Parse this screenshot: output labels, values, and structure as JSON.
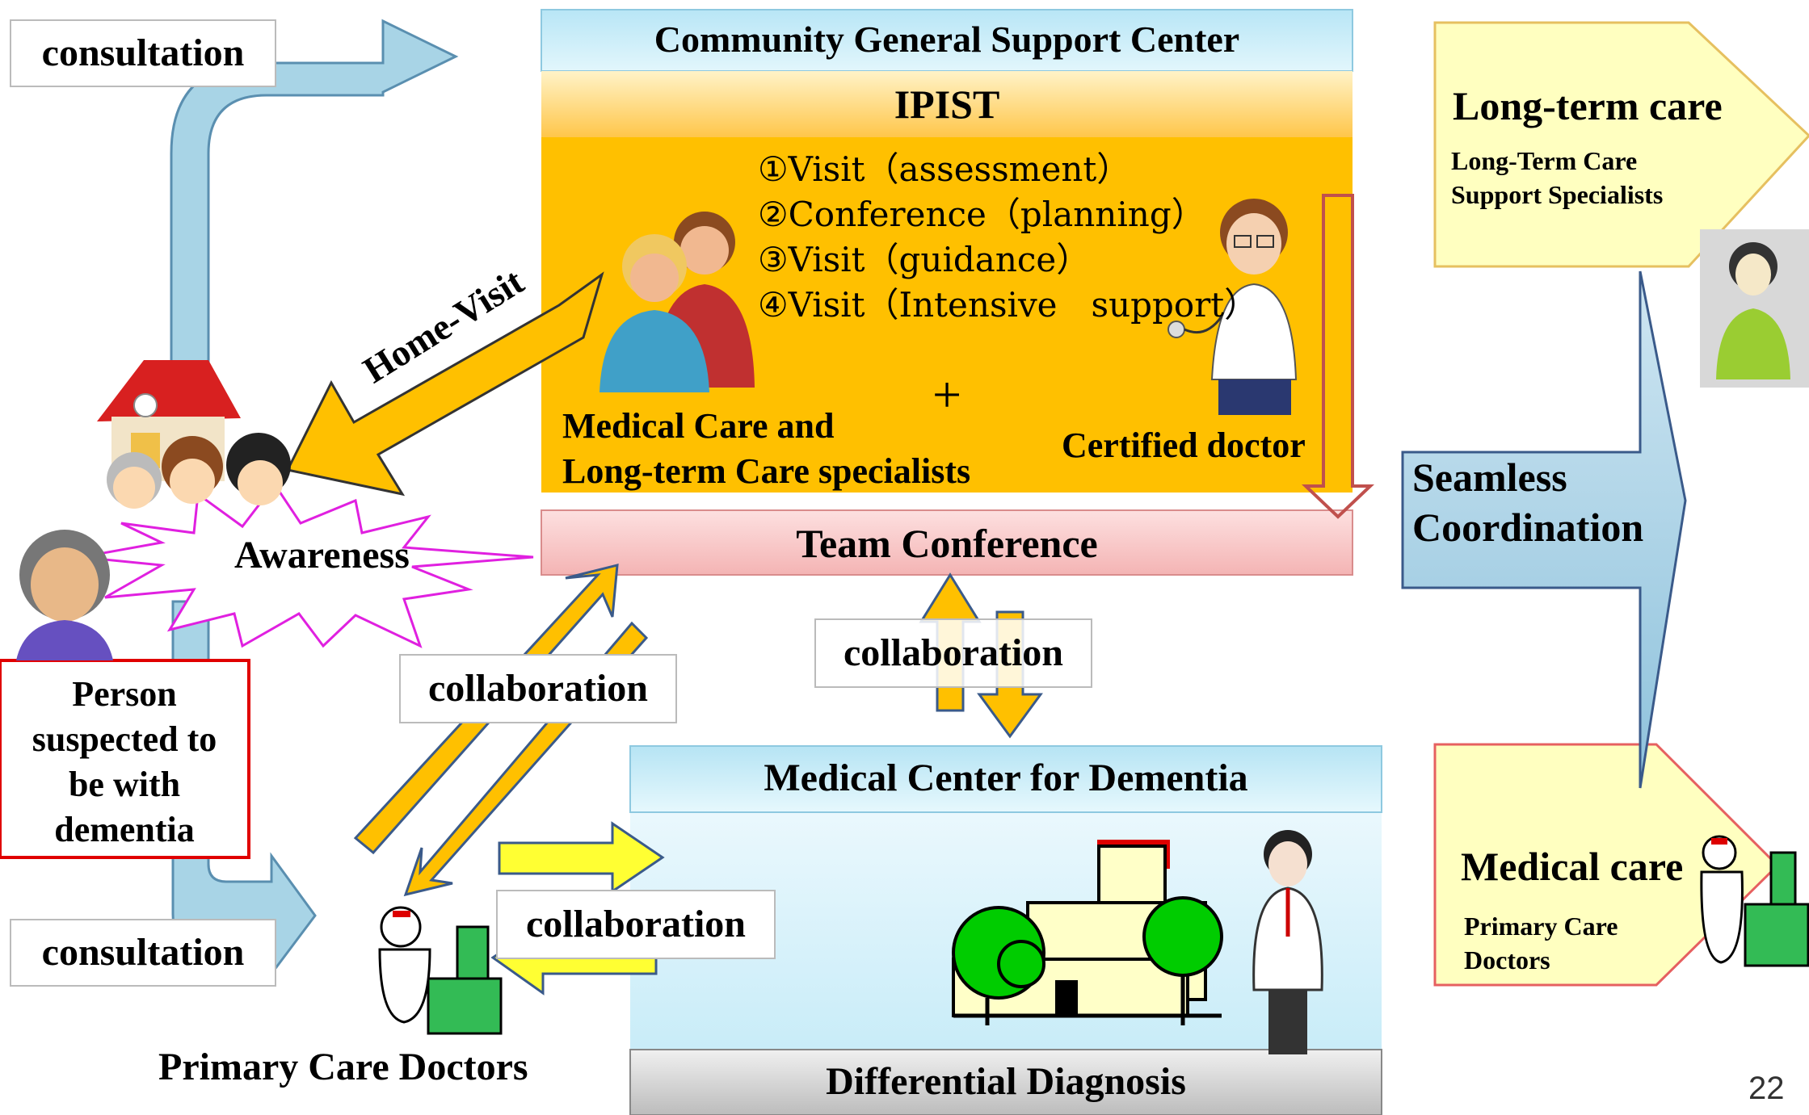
{
  "labels": {
    "consultation_top": "consultation",
    "consultation_bottom": "consultation",
    "cgsc_title": "Community General Support Center",
    "ipist_title": "IPIST",
    "steps": [
      "①Visit（assessment）",
      "②Conference（planning）",
      "③Visit（guidance）",
      "④Visit（Intensive　support）"
    ],
    "plus": "+",
    "specialists_line1": "Medical Care and",
    "specialists_line2": "Long-term Care specialists",
    "certified_doctor": "Certified doctor",
    "home_visit": "Home-Visit",
    "awareness": "Awareness",
    "person_line1": "Person",
    "person_line2": "suspected to",
    "person_line3": "be with",
    "person_line4": "dementia",
    "team_conference": "Team Conference",
    "collaboration_left": "collaboration",
    "collaboration_center": "collaboration",
    "collaboration_bottom": "collaboration",
    "medical_center_title": "Medical Center for Dementia",
    "differential_diagnosis": "Differential Diagnosis",
    "primary_care_doctors": "Primary Care Doctors",
    "longterm_care_title": "Long-term care",
    "longterm_care_sub1": "Long-Term Care",
    "longterm_care_sub2": "Support Specialists",
    "seamless_line1": "Seamless",
    "seamless_line2": "Coordination",
    "medical_care_title": "Medical care",
    "medical_care_sub1": "Primary Care",
    "medical_care_sub2": "Doctors",
    "page_number": "22"
  },
  "colors": {
    "ipist_orange": "#ffc000",
    "light_blue": "#c6ecf8",
    "team_pink": "#f8c8c8",
    "pale_yellow": "#ffffc0",
    "arrow_blue": "#a8d4e6",
    "arrow_orange": "#f5b800",
    "arrow_yellow": "#ffff33",
    "burst_magenta": "#e020e0",
    "red_border": "#e00000"
  }
}
